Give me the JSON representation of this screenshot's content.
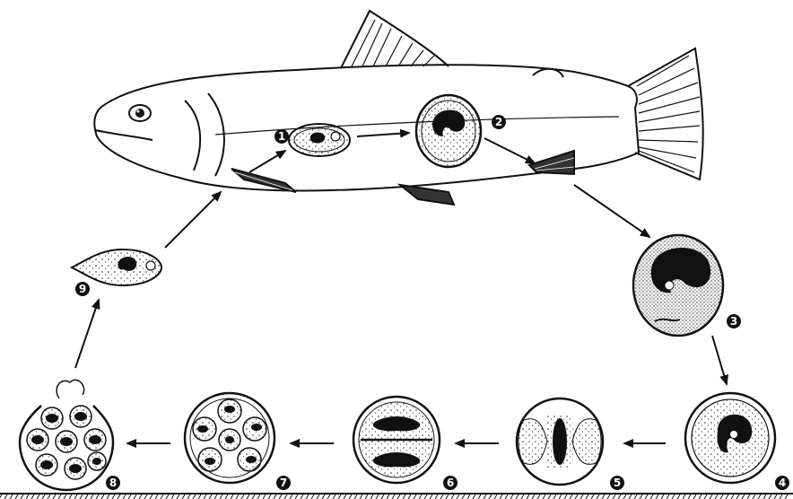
{
  "diagram": {
    "stages": [
      {
        "label": "1"
      },
      {
        "label": "2"
      },
      {
        "label": "3"
      },
      {
        "label": "4"
      },
      {
        "label": "5"
      },
      {
        "label": "6"
      },
      {
        "label": "7"
      },
      {
        "label": "8"
      },
      {
        "label": "9"
      }
    ],
    "colors": {
      "ink": "#111111",
      "paper": "#ffffff",
      "stipple": "#333333"
    }
  }
}
